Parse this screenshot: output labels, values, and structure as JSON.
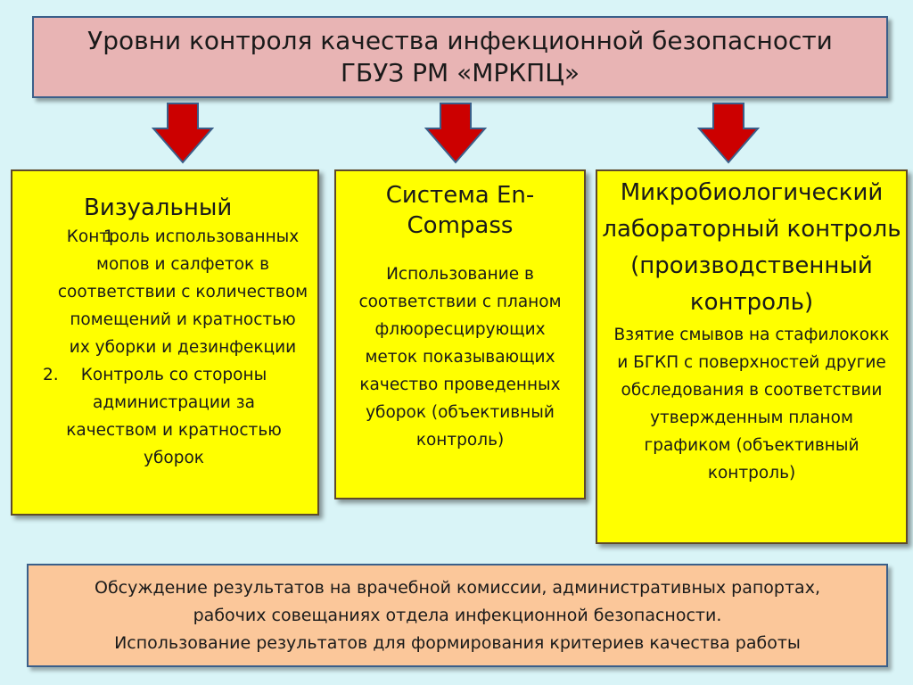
{
  "title": {
    "line1": "Уровни контроля качества инфекционной безопасности",
    "line2": "ГБУЗ РМ «МРКПЦ»"
  },
  "colors": {
    "arrow_fill": "#cc0000",
    "arrow_stroke": "#3a5f8a",
    "box_yellow": "#ffff00",
    "title_bg": "#e8b4b4",
    "bottom_bg": "#fbc79a",
    "page_bg": "#d9f4f7"
  },
  "icons": [
    "arrow-down-icon",
    "arrow-down-icon",
    "arrow-down-icon"
  ],
  "columns": [
    {
      "title": "Визуальный",
      "items": [
        {
          "number": "1.",
          "text": "Контроль использованных мопов и салфеток в соответствии с количеством помещений и кратностью их уборки и дезинфекции"
        },
        {
          "number": "2.",
          "text": "Контроль со стороны администрации за качеством и кратностью уборок"
        }
      ]
    },
    {
      "title": "Система En-Compass",
      "text": "Использование в соответствии с планом флюоресцирующих меток показывающих качество проведенных уборок (объективный контроль)"
    },
    {
      "title": "Микробиологический лабораторный контроль (производственный контроль)",
      "text": "Взятие смывов на стафилококк и БГКП с поверхностей другие обследования в соответствии утвержденным планом графиком (объективный контроль)"
    }
  ],
  "bottom": {
    "line1": "Обсуждение результатов на врачебной комиссии, административных рапортах,",
    "line2": "рабочих совещаниях отдела инфекционной безопасности.",
    "line3": "Использование результатов для формирования критериев качества работы"
  }
}
